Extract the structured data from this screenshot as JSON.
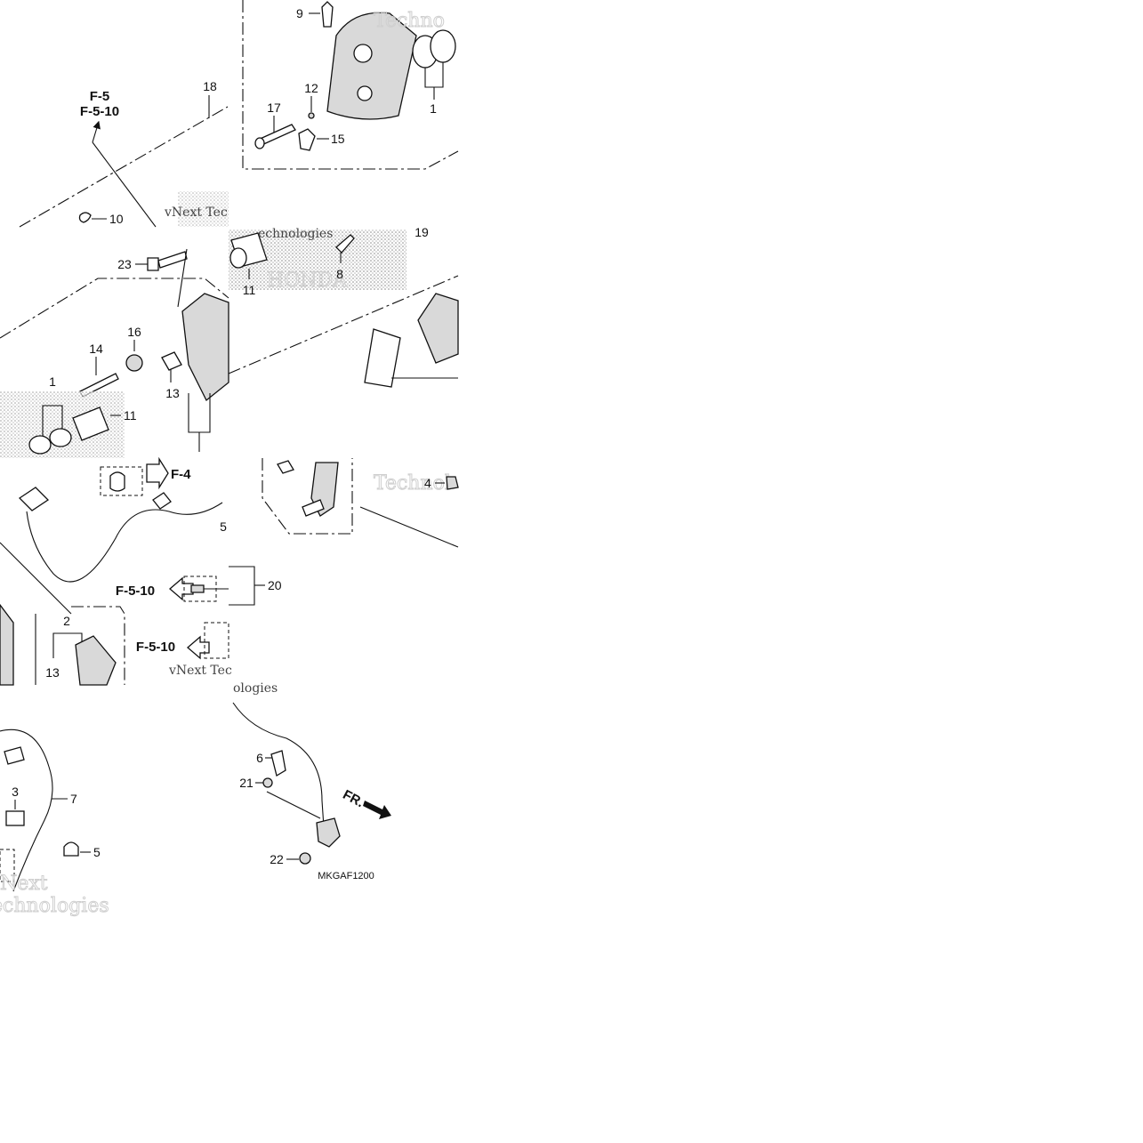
{
  "diagram": {
    "callouts": [
      "9",
      "12",
      "17",
      "15",
      "1",
      "18",
      "10",
      "23",
      "16",
      "14",
      "13",
      "11",
      "19",
      "8",
      "4",
      "5",
      "2",
      "20",
      "3",
      "7",
      "6",
      "21",
      "22"
    ],
    "references": {
      "f5": "F-5",
      "f510": "F-5-10",
      "f4": "F-4"
    },
    "front_marker": "FR.",
    "diagram_code": "MKGAF1200",
    "watermark": {
      "company": "vNext Technologies",
      "brand": "HONDA",
      "fragments": [
        "Techno",
        "Technol",
        "vNext Tec",
        "ologies",
        "echnologies",
        "Next"
      ]
    },
    "colors": {
      "ink": "#111111",
      "shade": "#bdbdbd"
    }
  }
}
